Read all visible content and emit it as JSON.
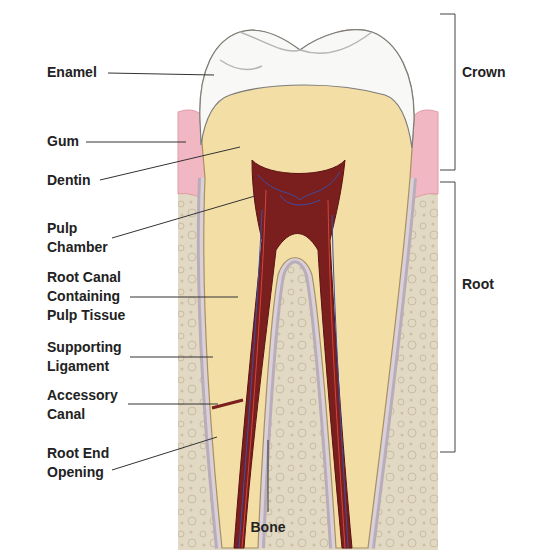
{
  "diagram": {
    "labels": [
      "Enamel",
      "Gum",
      "Dentin",
      "Pulp Chamber",
      "Root Canal Containing Pulp Tissue",
      "Supporting Ligament",
      "Accessory Canal",
      "Root End Opening",
      "Bone",
      "Crown",
      "Root"
    ]
  }
}
